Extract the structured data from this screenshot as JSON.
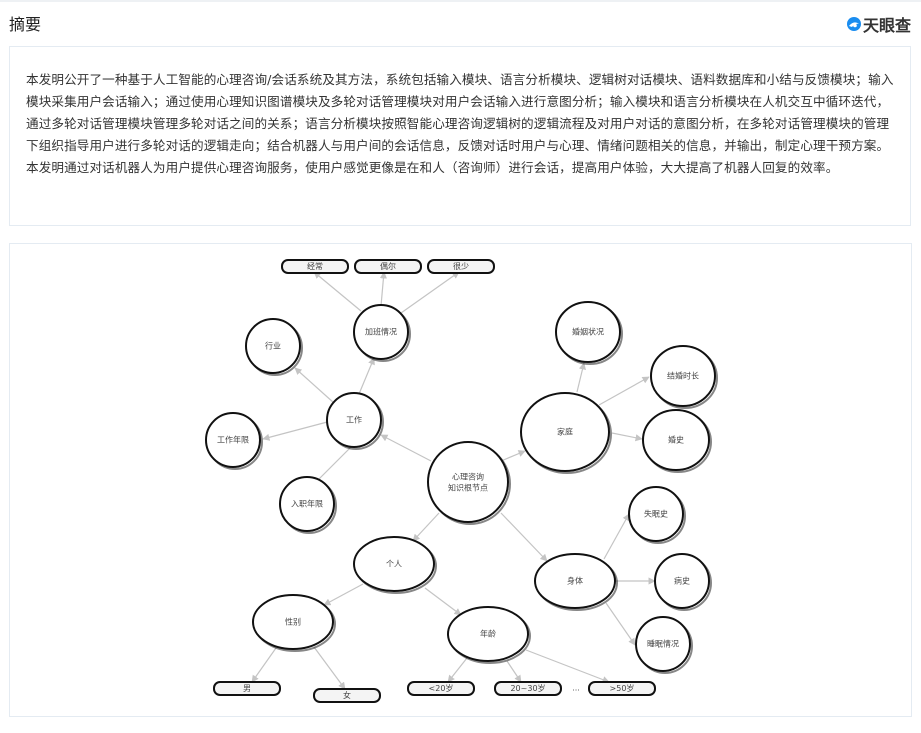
{
  "header": {
    "title": "摘要",
    "logo_text": "天眼查",
    "logo_color": "#1a8df0"
  },
  "abstract": {
    "text": "本发明公开了一种基于人工智能的心理咨询/会话系统及其方法，系统包括输入模块、语言分析模块、逻辑树对话模块、语料数据库和小结与反馈模块；输入模块采集用户会话输入；通过使用心理知识图谱模块及多轮对话管理模块对用户会话输入进行意图分析；输入模块和语言分析模块在人机交互中循环迭代，通过多轮对话管理模块管理多轮对话之间的关系；语言分析模块按照智能心理咨询逻辑树的逻辑流程及对用户对话的意图分析，在多轮对话管理模块的管理下组织指导用户进行多轮对话的逻辑走向；结合机器人与用户间的会话信息，反馈对话时用户与心理、情绪问题相关的信息，并输出，制定心理干预方案。本发明通过对话机器人为用户提供心理咨询服务，使用户感觉更像是在和人（咨询师）进行会话，提高用户体验，大大提高了机器人回复的效率。"
  },
  "diagram": {
    "root": "心理咨询\n知识根节点",
    "nodes": {
      "root_line1": "心理咨询",
      "root_line2": "知识根节点",
      "work": "工作",
      "industry": "行业",
      "overtime": "加班情况",
      "often": "经常",
      "sometimes": "偶尔",
      "rarely": "很少",
      "work_years": "工作年限",
      "tenure": "入职年限",
      "family": "家庭",
      "marital_status": "婚姻状况",
      "marriage_length": "结婚时长",
      "marriage_history": "婚史",
      "body": "身体",
      "insomnia_history": "失眠史",
      "medical_history": "病史",
      "sleep": "睡眠情况",
      "personal": "个人",
      "gender": "性别",
      "male": "男",
      "female": "女",
      "age": "年龄",
      "age_lt20": "<20岁",
      "age_20_30": "20~30岁",
      "ellipsis": "...",
      "age_gt50": ">50岁"
    }
  }
}
